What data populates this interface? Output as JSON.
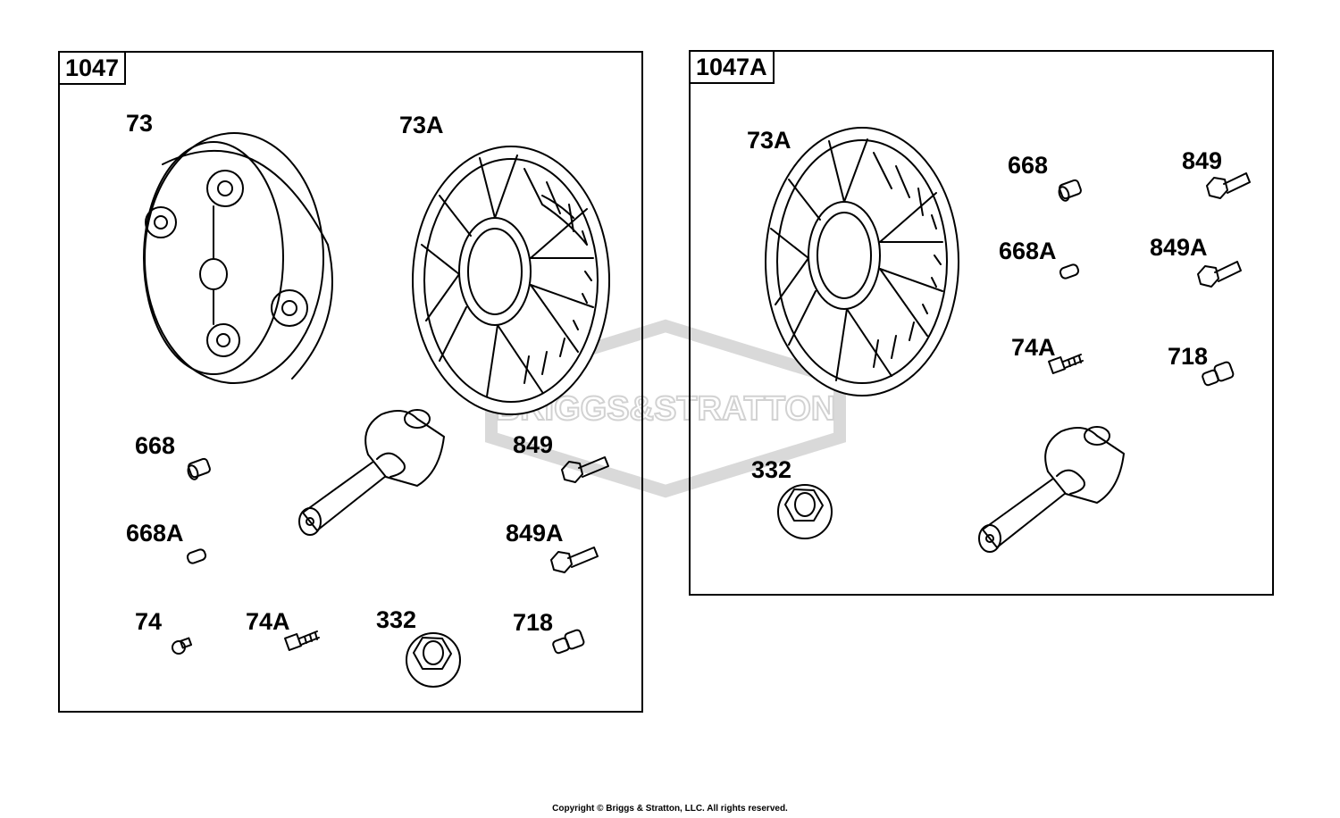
{
  "watermark": {
    "text": "BRIGGS&STRATTON",
    "color": "#d8d8d8"
  },
  "copyright": "Copyright © Briggs & Stratton, LLC. All rights reserved.",
  "panels": [
    {
      "id": "1047",
      "labels": [
        "73",
        "73A",
        "668",
        "849",
        "668A",
        "849A",
        "74",
        "74A",
        "332",
        "718"
      ]
    },
    {
      "id": "1047A",
      "labels": [
        "73A",
        "668",
        "849",
        "668A",
        "849A",
        "74A",
        "718",
        "332"
      ]
    }
  ]
}
